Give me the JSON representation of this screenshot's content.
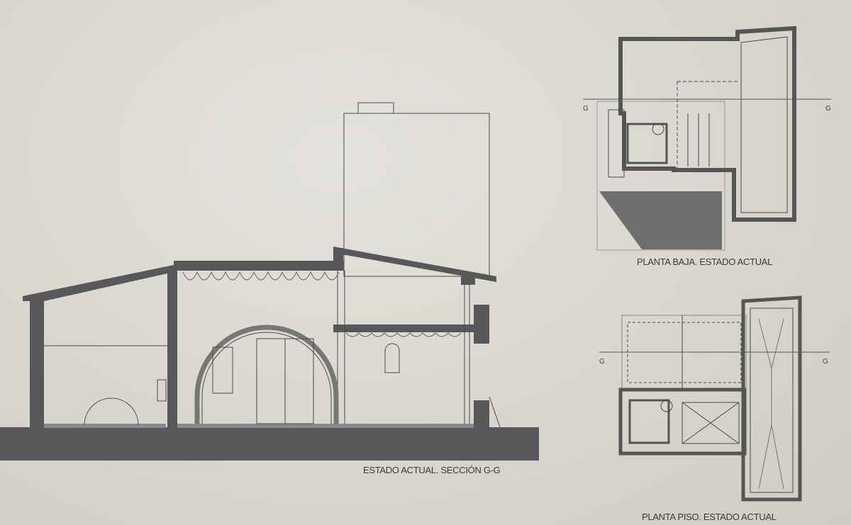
{
  "section": {
    "title": "ESTADO ACTUAL. SECCIÓN G-G"
  },
  "plan_ground": {
    "title": "PLANTA BAJA.  ESTADO ACTUAL",
    "cut_left": "G",
    "cut_right": "G"
  },
  "plan_upper": {
    "title": "PLANTA PISO.  ESTADO ACTUAL",
    "cut_left": "G",
    "cut_right": "G"
  },
  "colors": {
    "paper": "#d8d5cd",
    "poche": "#58575a",
    "line": "#4a4a4a"
  }
}
